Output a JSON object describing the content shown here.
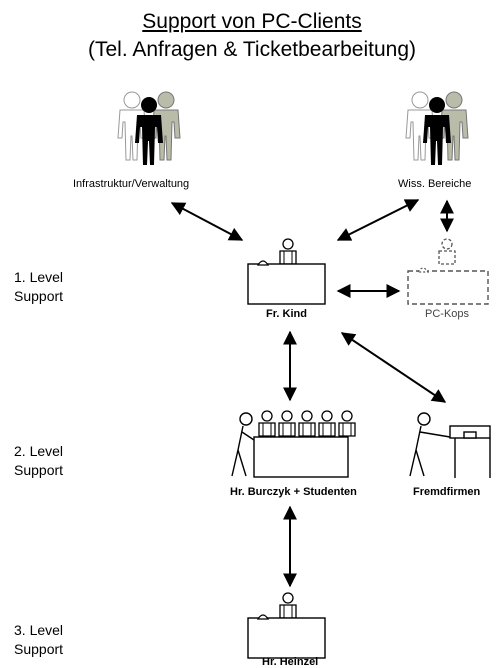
{
  "title": {
    "line1": "Support von PC-Clients",
    "line2": "(Tel. Anfragen & Ticketbearbeitung)"
  },
  "levels": [
    {
      "line1": "1. Level",
      "line2": "Support"
    },
    {
      "line1": "2. Level",
      "line2": "Support"
    },
    {
      "line1": "3. Level",
      "line2": "Support"
    }
  ],
  "nodes": {
    "infrastruktur": "Infrastruktur/Verwaltung",
    "wiss": "Wiss. Bereiche",
    "kind": "Fr. Kind",
    "pckops": "PC-Kops",
    "burczyk": "Hr. Burczyk + Studenten",
    "fremdfirmen": "Fremdfirmen",
    "heinzel": "Hr. Heinzel"
  },
  "colors": {
    "line": "#000000",
    "dashed": "#555555",
    "figure_light": "#cccccc",
    "figure_mid": "#b9bca8",
    "figure_dark": "#000000"
  }
}
